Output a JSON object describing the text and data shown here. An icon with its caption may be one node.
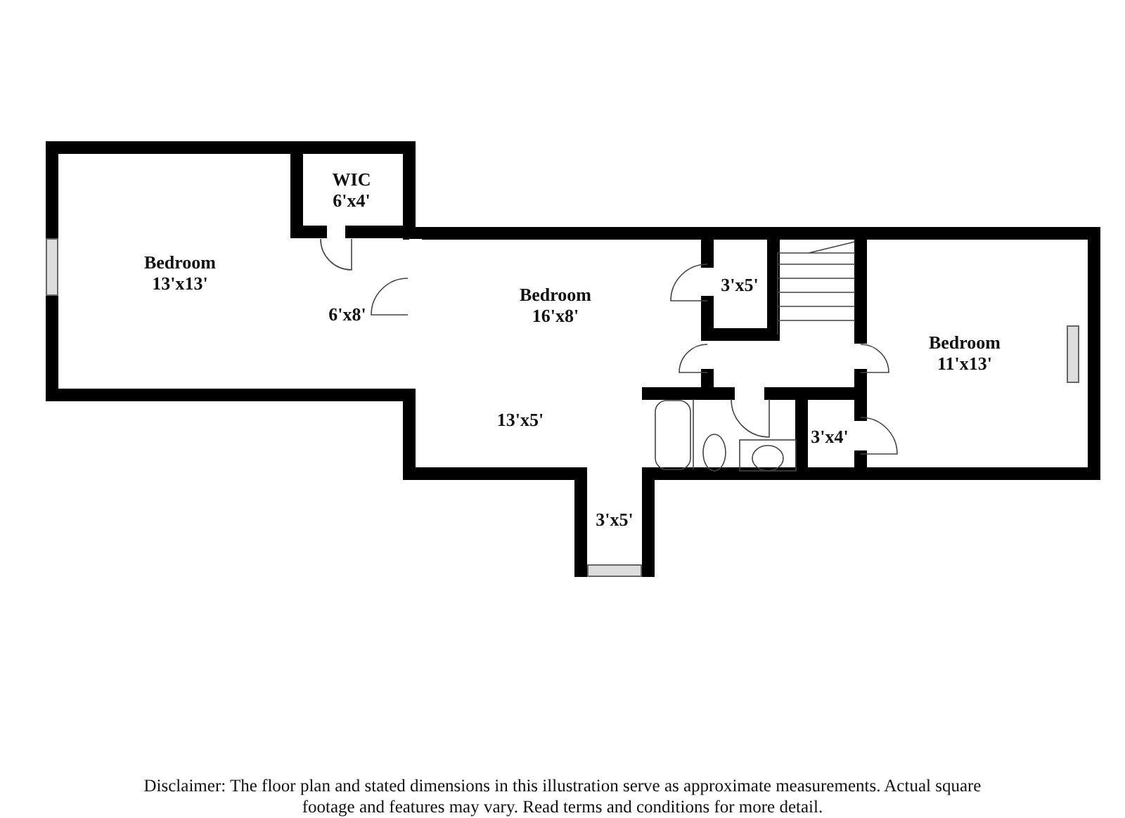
{
  "diagram": {
    "caption": "Disclaimer: The floor plan and stated dimensions in this illustration serve as approximate measurements. Actual square footage and features may vary. Read terms and conditions for more detail.",
    "labels": [
      "WIC",
      "6'x4'",
      "Bedroom",
      "13'x13'",
      "Bedroom",
      "16'x8'",
      "3'x5'",
      "6'x8'",
      "Bedroom",
      "11'x13'",
      "13'x5'",
      "3'x4'",
      "3'x5'"
    ]
  }
}
